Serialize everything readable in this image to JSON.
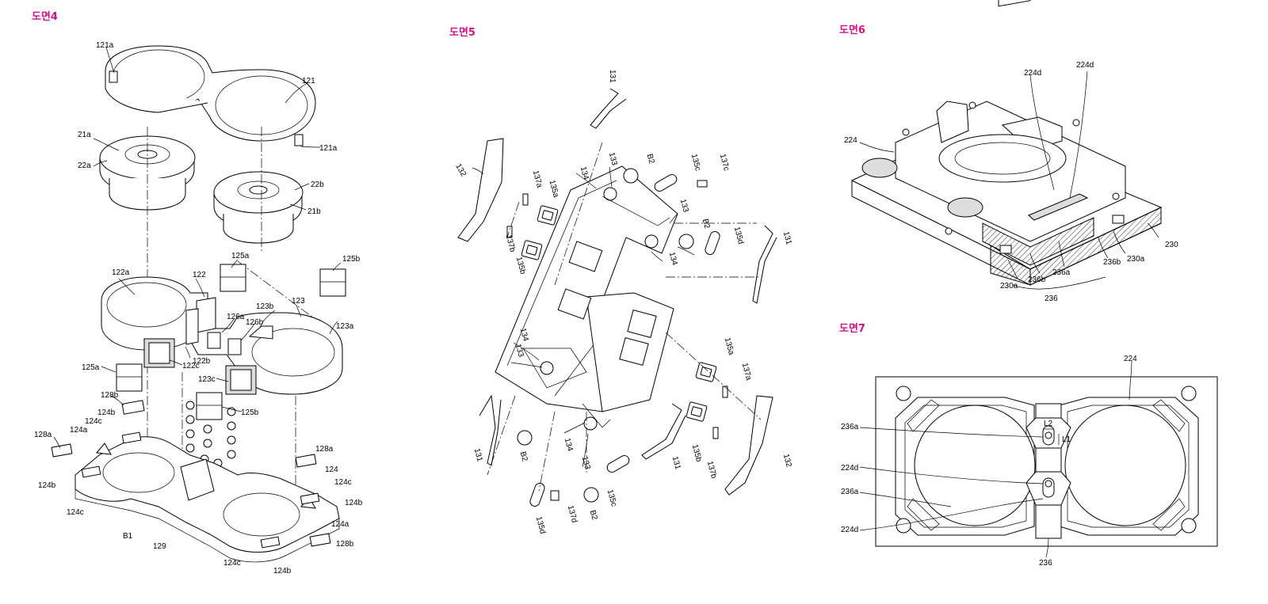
{
  "figures": {
    "fig4": {
      "title": "도면4",
      "labels": [
        "121a",
        "121",
        "121a",
        "21a",
        "22a",
        "22b",
        "21b",
        "125a",
        "125b",
        "122a",
        "122",
        "123b",
        "123",
        "123a",
        "126a",
        "126b",
        "122b",
        "122c",
        "123c",
        "125a",
        "125b",
        "128b",
        "124b",
        "124c",
        "124a",
        "128a",
        "128a",
        "124",
        "124c",
        "124b",
        "124b",
        "124c",
        "124a",
        "B1",
        "129",
        "124c",
        "124b",
        "128b"
      ]
    },
    "fig5": {
      "title": "도면5",
      "labels": [
        "131",
        "132",
        "137a",
        "135a",
        "134",
        "133",
        "B2",
        "135c",
        "137c",
        "133",
        "B2",
        "135d",
        "131",
        "137b",
        "135b",
        "134",
        "134",
        "133",
        "135a",
        "137a",
        "133",
        "134",
        "131",
        "B2",
        "131",
        "135b",
        "137b",
        "132",
        "135c",
        "135d",
        "137d",
        "B2"
      ]
    },
    "fig6": {
      "title": "도면6",
      "labels": [
        "224d",
        "224d",
        "224",
        "230",
        "230a",
        "236b",
        "236a",
        "230a",
        "236b",
        "236"
      ]
    },
    "fig7": {
      "title": "도면7",
      "labels": [
        "224",
        "236a",
        "L2",
        "L1",
        "224d",
        "236a",
        "224d",
        "236"
      ]
    }
  }
}
